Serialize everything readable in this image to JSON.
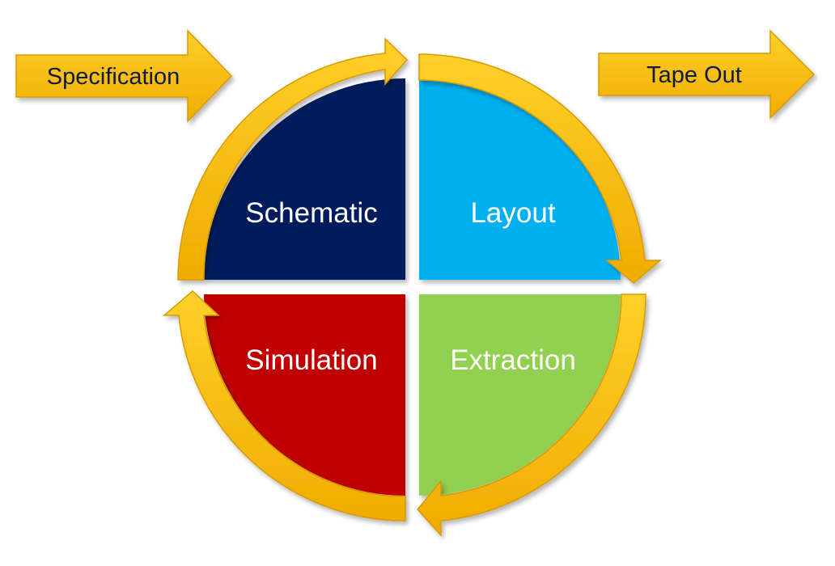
{
  "diagram": {
    "input_arrow_label": "Specification",
    "output_arrow_label": "Tape Out",
    "quadrants": {
      "schematic": "Schematic",
      "layout": "Layout",
      "simulation": "Simulation",
      "extraction": "Extraction"
    }
  },
  "colors": {
    "schematic": "#001f5c",
    "layout": "#00b0f0",
    "simulation": "#c00000",
    "extraction": "#92d050",
    "arrow": "#ffc000",
    "arrow_edge": "#d89a00"
  }
}
